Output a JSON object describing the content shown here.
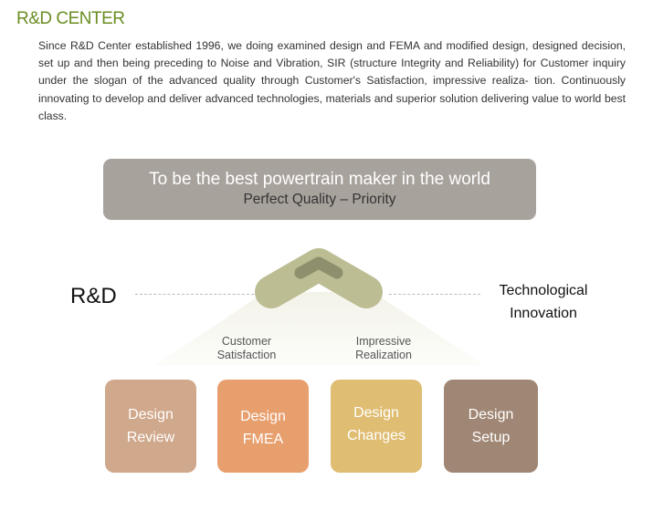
{
  "title": "R&D CENTER",
  "intro": "Since R&D Center established 1996, we doing examined design and FEMA and modified design, designed decision, set up and then being preceding to Noise and Vibration, SIR (structure Integrity and Reliability) for Customer inquiry under the slogan of the advanced quality through Customer's Satisfaction, impressive realiza- tion. Continuously innovating to develop and deliver advanced technologies, materials and superior solution delivering value to world best class.",
  "banner": {
    "headline": "To be the best powertrain maker in the world",
    "subline": "Perfect Quality – Priority"
  },
  "left_label": "R&D",
  "right_label": [
    "Technological",
    "Innovation"
  ],
  "mid_labels": [
    [
      "Customer",
      "Satisfaction"
    ],
    [
      "Impressive",
      "Realization"
    ]
  ],
  "boxes": [
    {
      "l1": "Design",
      "l2": "Review",
      "color": "#d0a88c"
    },
    {
      "l1": "Design",
      "l2": "FMEA",
      "color": "#e89f6e"
    },
    {
      "l1": "Design",
      "l2": "Changes",
      "color": "#dfbd73"
    },
    {
      "l1": "Design",
      "l2": "Setup",
      "color": "#a08674"
    }
  ],
  "colors": {
    "title": "#6b8e23",
    "banner": "#a8a29c",
    "chevron": "#bcbd93",
    "chevron_inner": "#8e8f6d"
  }
}
